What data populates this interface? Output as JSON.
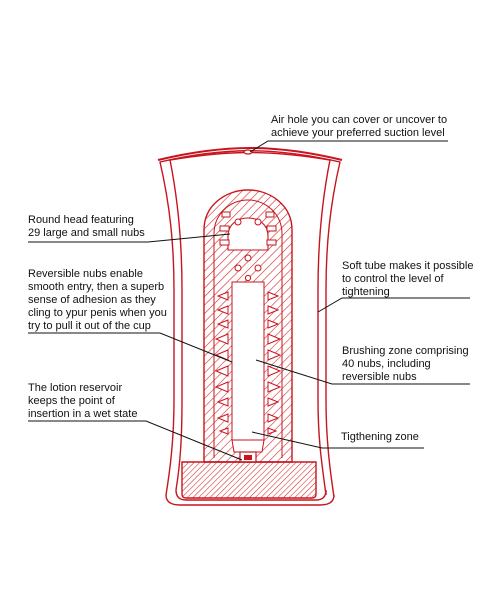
{
  "colors": {
    "outline": "#c8141e",
    "hatch": "#d22b2b",
    "leader": "#111111"
  },
  "callouts": {
    "air_hole": [
      "Air hole you can cover or uncover to",
      "achieve your preferred suction level"
    ],
    "round_head": [
      "Round head featuring",
      "29 large and small nubs"
    ],
    "reversible_nubs": [
      "Reversible nubs enable",
      "smooth entry, then a superb",
      "sense of adhesion as they",
      "cling to ypur penis when you",
      "try to pull it out of the cup"
    ],
    "soft_tube": [
      "Soft tube makes it possible",
      "to control the level of",
      "tightening"
    ],
    "brushing_zone": [
      "Brushing zone comprising",
      "40 nubs, including",
      "reversible nubs"
    ],
    "lotion_reservoir": [
      "The lotion reservoir",
      "keeps the point of",
      "insertion in a wet state"
    ],
    "tightening_zone": [
      "Tigthening zone"
    ]
  }
}
